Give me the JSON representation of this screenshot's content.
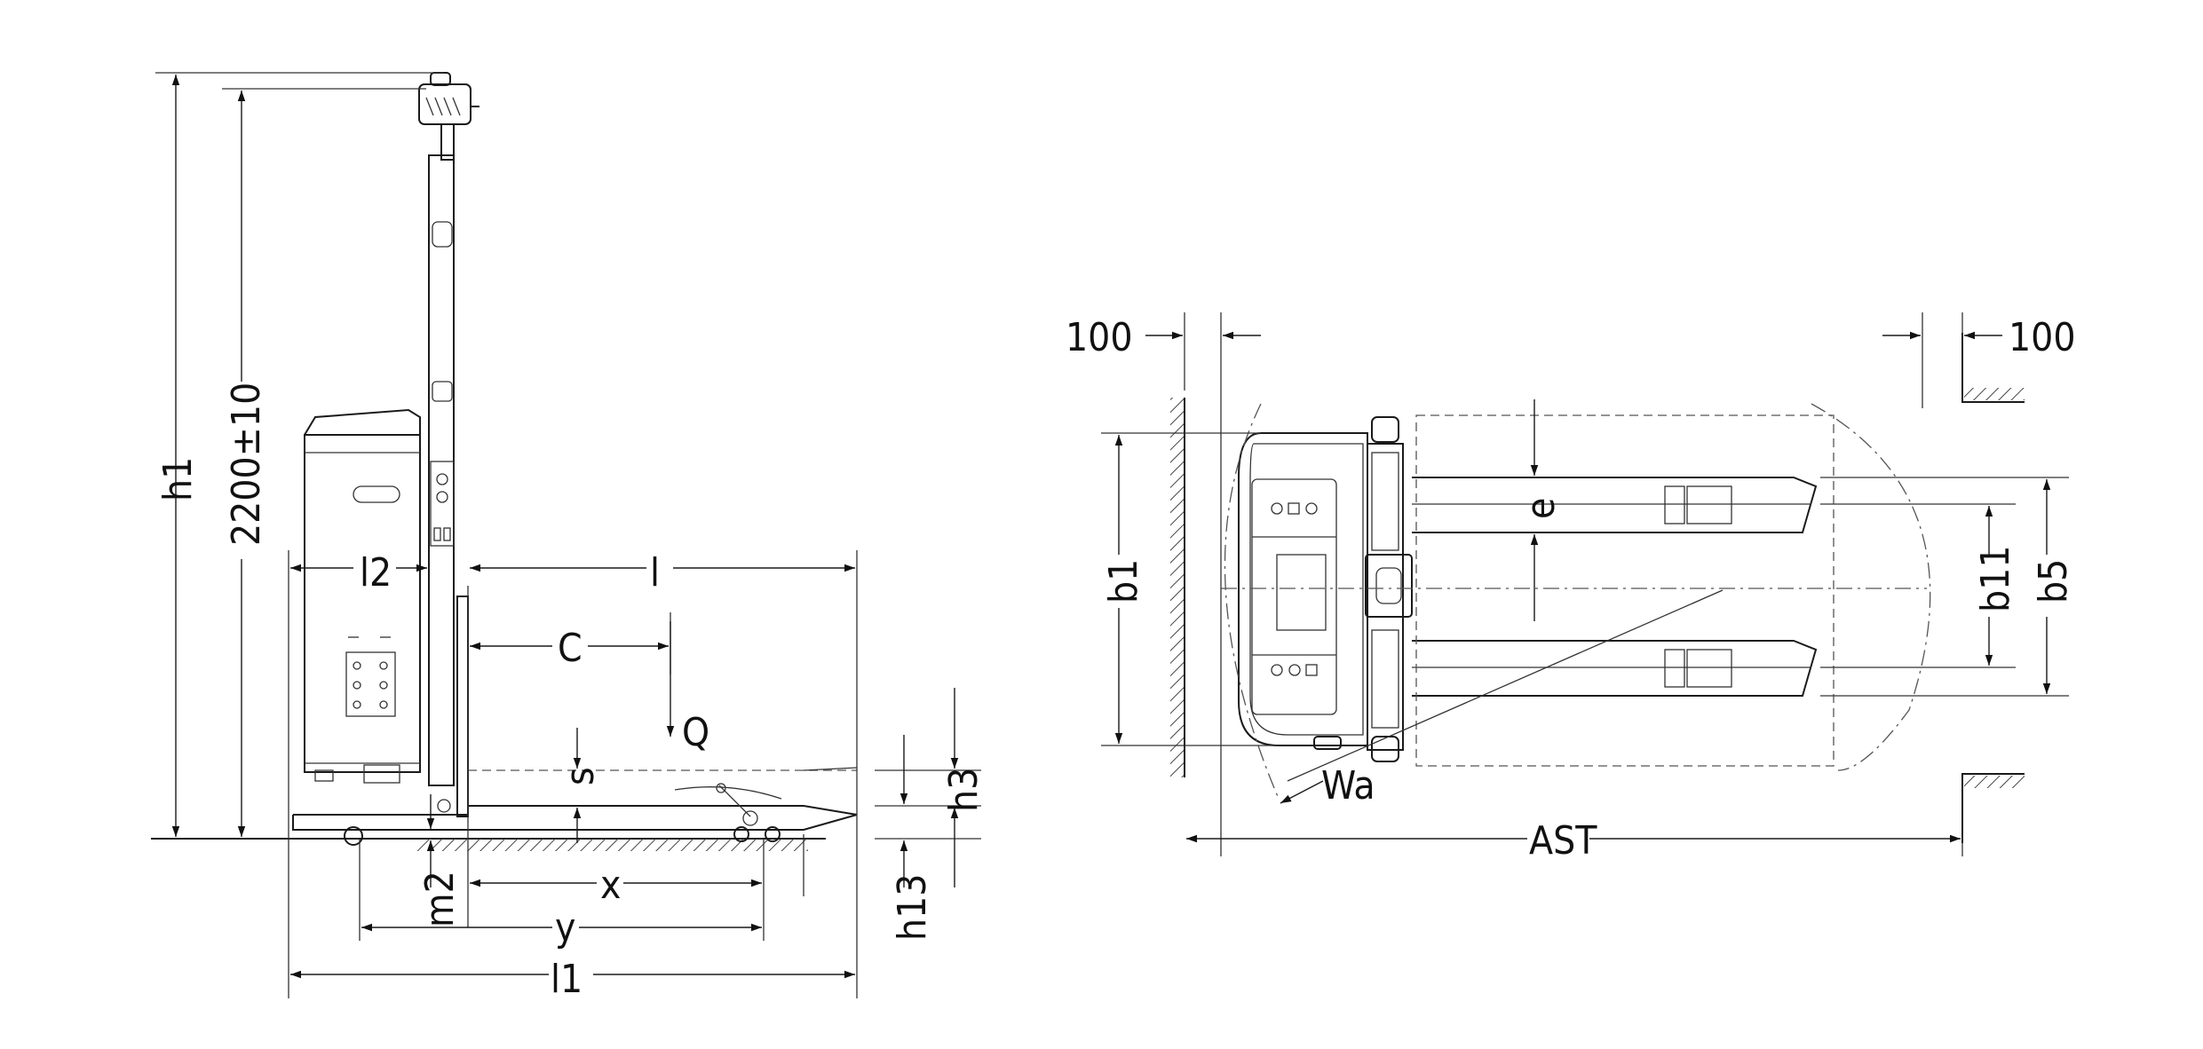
{
  "side_view": {
    "overall_height_label": "h1",
    "mast_height_label": "2200±10",
    "head_length_label": "l2",
    "fork_length_label": "l",
    "load_center_label": "C",
    "load_label": "Q",
    "fork_thickness_label": "s",
    "lift_height_label": "h3",
    "lowered_height_label": "h13",
    "ground_clearance_label": "m2",
    "x_label": "x",
    "wheelbase_label": "y",
    "overall_length_label": "l1"
  },
  "top_view": {
    "clearance_left_label": "100",
    "clearance_right_label": "100",
    "overall_width_label": "b1",
    "fork_width_label": "e",
    "fork_inner_label": "b11",
    "fork_outer_label": "b5",
    "turning_radius_label": "Wa",
    "aisle_label": "AST"
  }
}
